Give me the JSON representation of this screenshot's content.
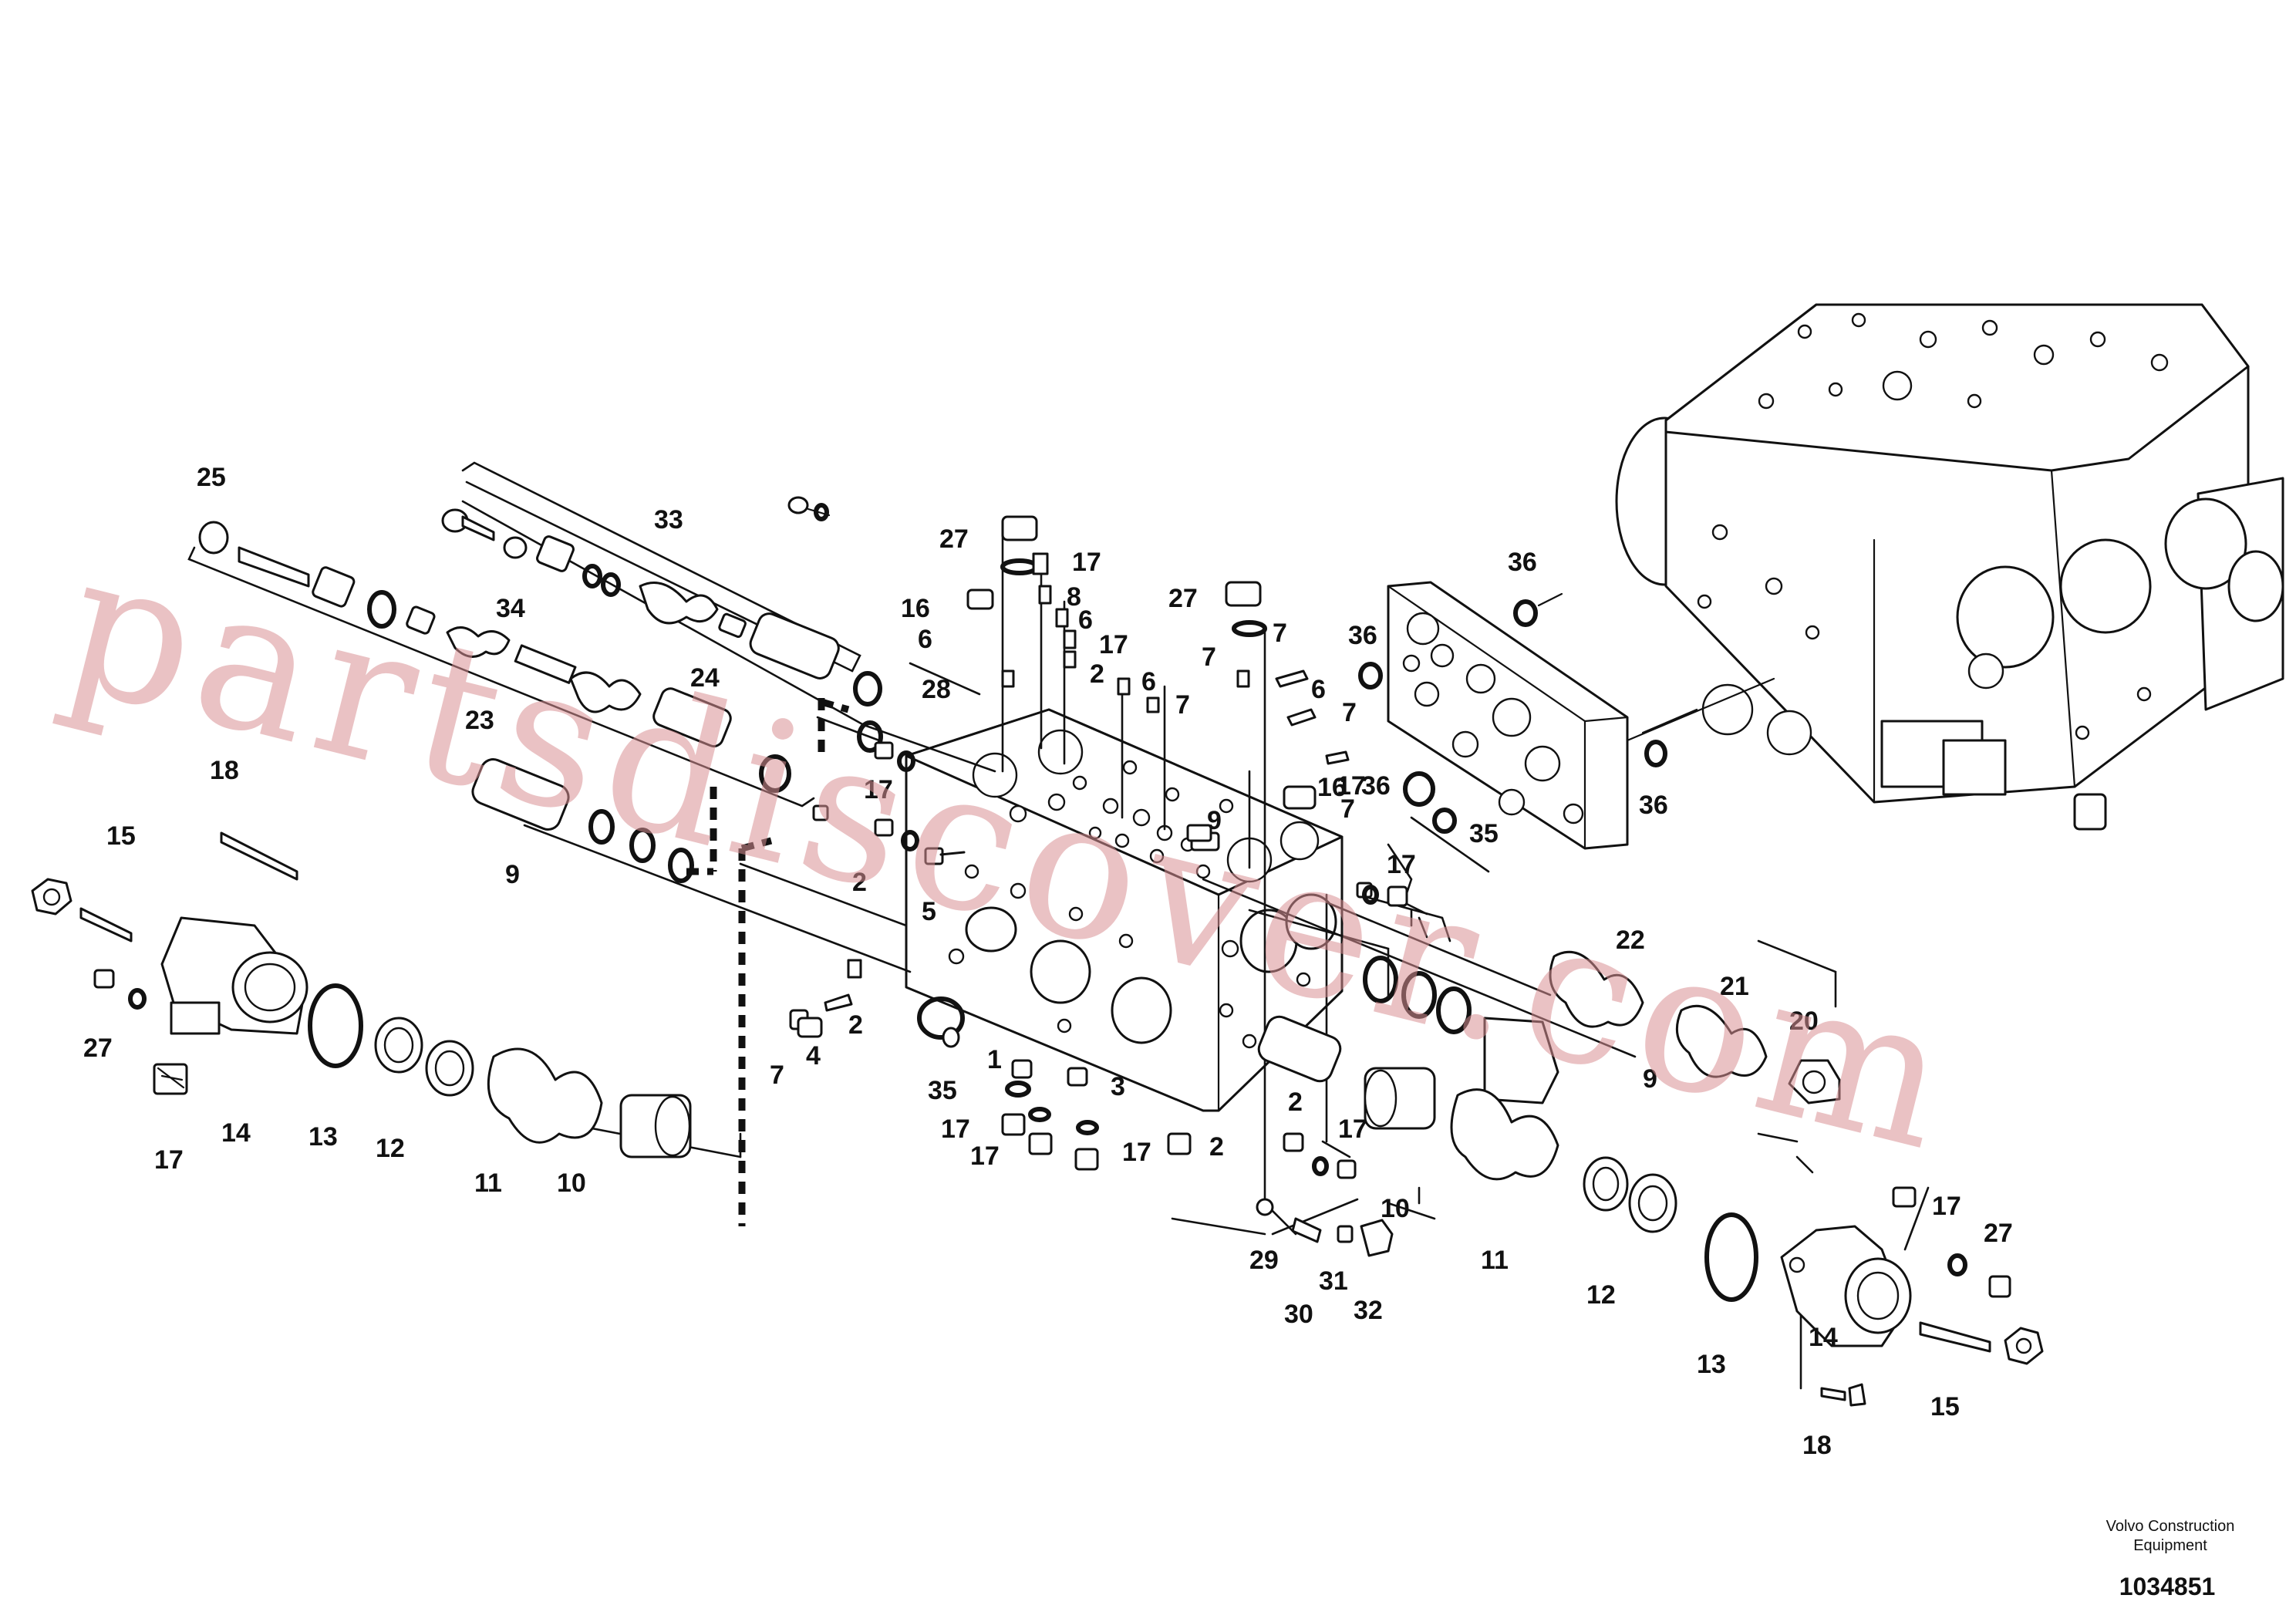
{
  "watermark": "partsdiscover.com",
  "credit": {
    "line1": "Volvo Construction",
    "line2": "Equipment"
  },
  "drawing_number": "1034851",
  "callouts": [
    {
      "id": "c25",
      "text": "25"
    },
    {
      "id": "c33",
      "text": "33"
    },
    {
      "id": "c34",
      "text": "34"
    },
    {
      "id": "c23",
      "text": "23"
    },
    {
      "id": "c24",
      "text": "24"
    },
    {
      "id": "c18a",
      "text": "18"
    },
    {
      "id": "c15a",
      "text": "15"
    },
    {
      "id": "c9a",
      "text": "9"
    },
    {
      "id": "c27a",
      "text": "27"
    },
    {
      "id": "c14a",
      "text": "14"
    },
    {
      "id": "c13a",
      "text": "13"
    },
    {
      "id": "c12a",
      "text": "12"
    },
    {
      "id": "c11a",
      "text": "11"
    },
    {
      "id": "c10a",
      "text": "10"
    },
    {
      "id": "c17a",
      "text": "17"
    },
    {
      "id": "c27b",
      "text": "27"
    },
    {
      "id": "c17b",
      "text": "17"
    },
    {
      "id": "c8",
      "text": "8"
    },
    {
      "id": "c6a",
      "text": "6"
    },
    {
      "id": "c16a",
      "text": "16"
    },
    {
      "id": "c6b",
      "text": "6"
    },
    {
      "id": "c17c",
      "text": "17"
    },
    {
      "id": "c2a",
      "text": "2"
    },
    {
      "id": "c6c",
      "text": "6"
    },
    {
      "id": "c7a",
      "text": "7"
    },
    {
      "id": "c27c",
      "text": "27"
    },
    {
      "id": "c7b",
      "text": "7"
    },
    {
      "id": "c7c",
      "text": "7"
    },
    {
      "id": "c6d",
      "text": "6"
    },
    {
      "id": "c7d",
      "text": "7"
    },
    {
      "id": "c28",
      "text": "28"
    },
    {
      "id": "c17d",
      "text": "17"
    },
    {
      "id": "c17e",
      "text": "17"
    },
    {
      "id": "c2b",
      "text": "2"
    },
    {
      "id": "c5",
      "text": "5"
    },
    {
      "id": "c7e",
      "text": "7"
    },
    {
      "id": "c4",
      "text": "4"
    },
    {
      "id": "c2c",
      "text": "2"
    },
    {
      "id": "c35a",
      "text": "35"
    },
    {
      "id": "c1",
      "text": "1"
    },
    {
      "id": "c3",
      "text": "3"
    },
    {
      "id": "c17f",
      "text": "17"
    },
    {
      "id": "c17g",
      "text": "17"
    },
    {
      "id": "c17h",
      "text": "17"
    },
    {
      "id": "c2d",
      "text": "2"
    },
    {
      "id": "c9b",
      "text": "9"
    },
    {
      "id": "c16b",
      "text": "16"
    },
    {
      "id": "c7f",
      "text": "7"
    },
    {
      "id": "c17i",
      "text": "17"
    },
    {
      "id": "c36a",
      "text": "36"
    },
    {
      "id": "c36b",
      "text": "36"
    },
    {
      "id": "c36c",
      "text": "36"
    },
    {
      "id": "c35b",
      "text": "35"
    },
    {
      "id": "c36d",
      "text": "36"
    },
    {
      "id": "c22",
      "text": "22"
    },
    {
      "id": "c21",
      "text": "21"
    },
    {
      "id": "c20",
      "text": "20"
    },
    {
      "id": "c9c",
      "text": "9"
    },
    {
      "id": "c2e",
      "text": "2"
    },
    {
      "id": "c17j",
      "text": "17"
    },
    {
      "id": "c10b",
      "text": "10"
    },
    {
      "id": "c11b",
      "text": "11"
    },
    {
      "id": "c29",
      "text": "29"
    },
    {
      "id": "c30",
      "text": "30"
    },
    {
      "id": "c31",
      "text": "31"
    },
    {
      "id": "c32",
      "text": "32"
    },
    {
      "id": "c12b",
      "text": "12"
    },
    {
      "id": "c13b",
      "text": "13"
    },
    {
      "id": "c14b",
      "text": "14"
    },
    {
      "id": "c17k",
      "text": "17"
    },
    {
      "id": "c27d",
      "text": "27"
    },
    {
      "id": "c15b",
      "text": "15"
    },
    {
      "id": "c18b",
      "text": "18"
    }
  ]
}
